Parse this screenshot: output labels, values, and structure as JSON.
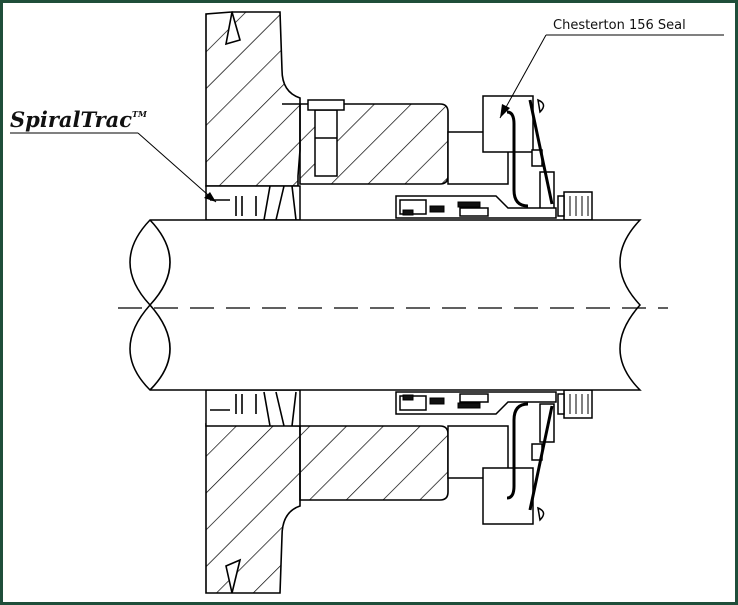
{
  "labels": {
    "seal": "Chesterton 156 Seal",
    "spiral_brand": "SpiralTrac",
    "spiral_trademark": "TM"
  },
  "colors": {
    "frame_border": "#1f4e3a",
    "line": "#000000",
    "background": "#ffffff"
  }
}
